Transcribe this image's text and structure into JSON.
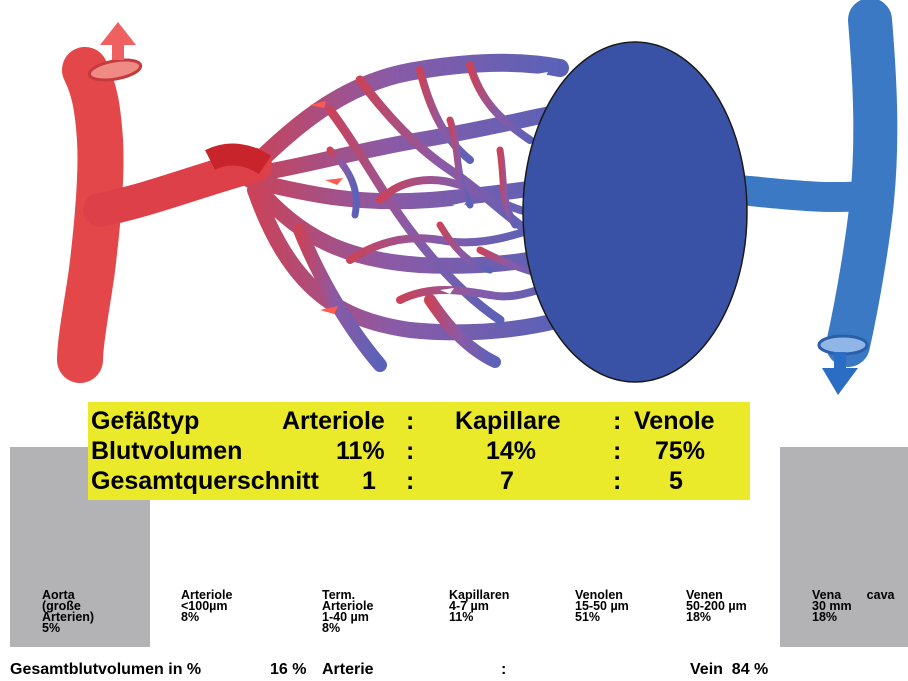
{
  "colors": {
    "artery": "#e3474a",
    "vein": "#3b79c4",
    "oval": "#3a52a6",
    "highlight": "#eaea2a",
    "panel": "#b3b3b6"
  },
  "table": {
    "row1": {
      "label": "Gefäßtyp",
      "a": "Arteriole",
      "sep1": ":",
      "b": "Kapillare",
      "sep2": ":",
      "c": "Venole"
    },
    "row2": {
      "label": "Blutvolumen",
      "a": "11%",
      "sep1": ":",
      "b": "14%",
      "sep2": ":",
      "c": "75%"
    },
    "row3": {
      "label": "Gesamtquerschnitt",
      "a": "1",
      "sep1": ":",
      "b": "7",
      "sep2": ":",
      "c": "5"
    }
  },
  "vessels": {
    "aorta": [
      "Aorta",
      "(große",
      "Arterien)",
      "5%"
    ],
    "arteriole": [
      "Arteriole",
      "<100µm",
      "8%"
    ],
    "term_arteriole": [
      "Term.",
      "Arteriole",
      "1-40 µm",
      "8%"
    ],
    "capillaries": [
      "Kapillaren",
      "4-7 µm",
      "11%"
    ],
    "venules": [
      "Venolen",
      "15-50 µm",
      "51%"
    ],
    "veins": [
      "Venen",
      "50-200 µm",
      "18%"
    ],
    "vena_cava": [
      "Vena cava",
      "30 mm",
      "18%"
    ]
  },
  "footer": {
    "label": "Gesamtblutvolumen in %",
    "artery_value": "16 %",
    "artery_label": "Arterie",
    "separator": ":",
    "vein_text": "Vein  84 %"
  }
}
